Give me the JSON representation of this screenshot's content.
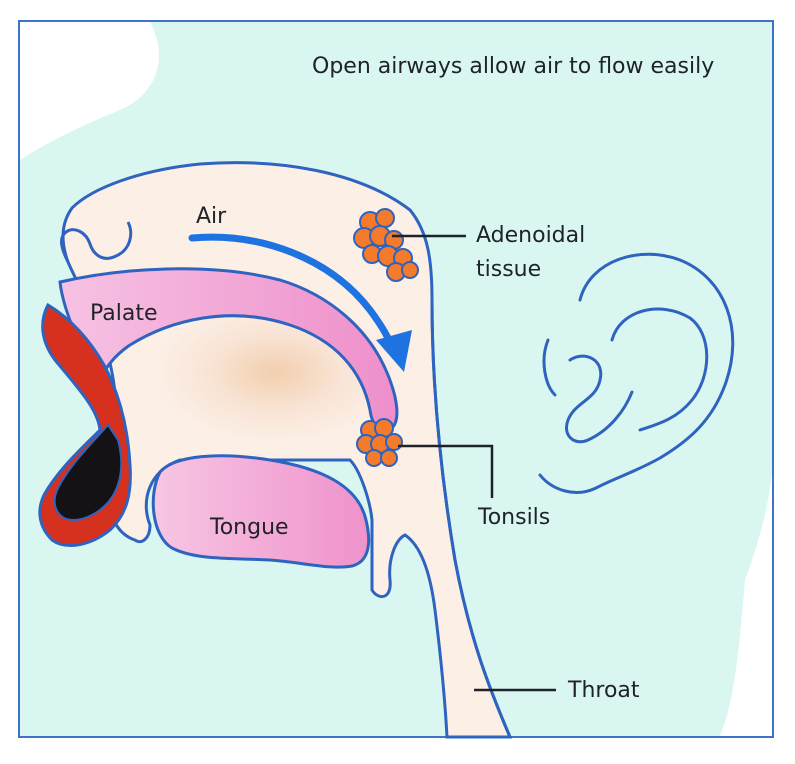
{
  "diagram": {
    "heading": "Open airways allow air to flow easily",
    "labels": {
      "air": "Air",
      "adenoidal_line1": "Adenoidal",
      "adenoidal_line2": "tissue",
      "palate": "Palate",
      "tongue": "Tongue",
      "tonsils": "Tonsils",
      "throat": "Throat"
    },
    "colors": {
      "frame": "#3d74c6",
      "background": "#d9f7f0",
      "head_cavity": "#fcefe6",
      "tissue_pink": "#f19acf",
      "outline_blue": "#2f63c0",
      "airflow_arrow": "#1f73e0",
      "lip_red": "#d6311f",
      "adenoid_orange": "#f47a2c",
      "leader_line": "#1f2228"
    },
    "icons": {
      "airflow": "airflow-arrow",
      "ear": "ear-outline",
      "adenoids": "adenoid-cluster",
      "tonsils": "tonsil-cluster"
    }
  }
}
